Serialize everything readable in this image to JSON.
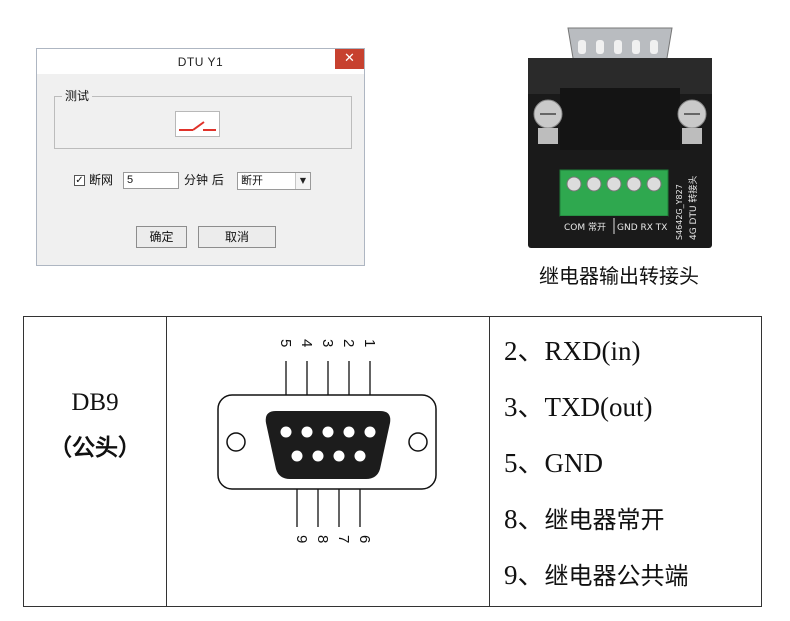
{
  "dialog": {
    "title": "DTU Y1",
    "close_icon": "✕",
    "group_label": "测试",
    "checkbox_checked": true,
    "checkbox_mark": "✓",
    "checkbox_label": "断网",
    "minutes_value": "5",
    "after_label": "分钟 后",
    "action_select_value": "断开",
    "ok_label": "确定",
    "cancel_label": "取消",
    "switch_color": "#e0322a"
  },
  "product": {
    "caption": "继电器输出转接头",
    "board_text": "S4642G_Y827",
    "board_text2": "4G DTU 转接头",
    "terminal_label_left": "COM 常开",
    "terminal_label_right": "GND RX TX",
    "board_color": "#1a1a1a",
    "terminal_color": "#2fa84f"
  },
  "table": {
    "connector_name": "DB9",
    "connector_note": "（公头）",
    "top_pin_labels": [
      "5",
      "4",
      "3",
      "2",
      "1"
    ],
    "bottom_pin_labels": [
      "9",
      "8",
      "7",
      "6"
    ],
    "pins": [
      {
        "num": "2、",
        "desc": "RXD(in)"
      },
      {
        "num": "3、",
        "desc": "TXD(out)"
      },
      {
        "num": "5、",
        "desc": "GND"
      },
      {
        "num": "8、",
        "desc": "继电器常开"
      },
      {
        "num": "9、",
        "desc": "继电器公共端"
      }
    ]
  }
}
